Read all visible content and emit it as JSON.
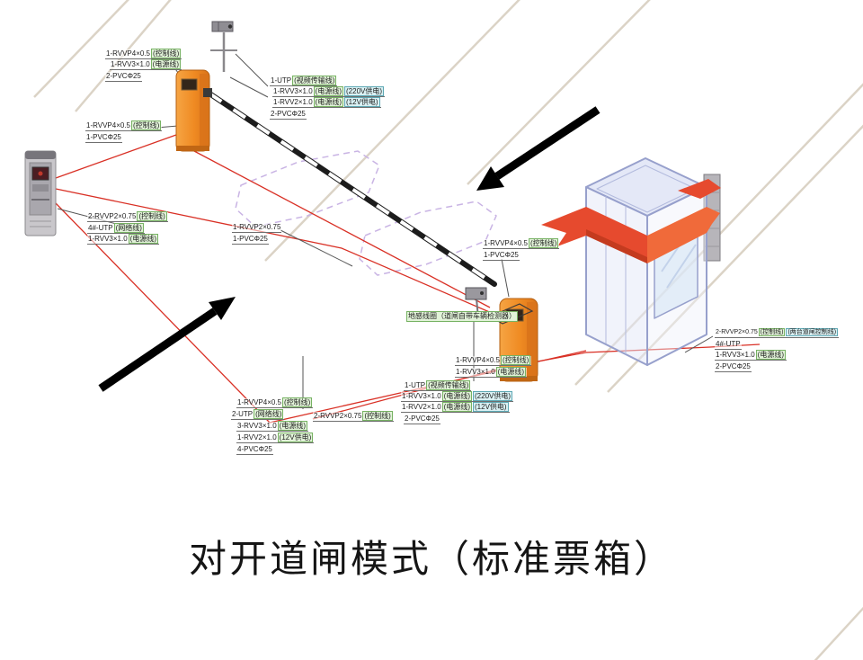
{
  "title": "对开道闸模式（标准票箱）",
  "colors": {
    "barrier_orange": "#ef8a22",
    "wire_red": "#d93025",
    "ribbon_red": "#e64a2e",
    "booth_edge": "#97a0cc",
    "island_dash": "#c9b4e4",
    "road_line": "#d8cfc0",
    "arrow_black": "#000000",
    "tag_green": "#77b263",
    "tag_cyan": "#5ea8b4"
  },
  "labels": {
    "gate1_top": [
      {
        "main": "1-RVVP4×0.5",
        "tag": "(控制线)",
        "tag2": ""
      },
      {
        "main": "1-RVV3×1.0",
        "tag": "(电源线)",
        "tag2": ""
      },
      {
        "main": "2-PVCΦ25",
        "tag": "",
        "tag2": ""
      }
    ],
    "reader_top": [
      {
        "main": "1-RVVP4×0.5",
        "tag": "(控制线)",
        "tag2": ""
      },
      {
        "main": "1-PVCΦ25",
        "tag": "",
        "tag2": ""
      }
    ],
    "reader_cables": [
      {
        "main": "2-RVVP2×0.75",
        "tag": "(控制线)",
        "tag2": ""
      },
      {
        "main": "4#-UTP",
        "tag": "(网络线)",
        "tag2": ""
      },
      {
        "main": "1-RVV3×1.0",
        "tag": "(电源线)",
        "tag2": ""
      }
    ],
    "camera_top": [
      {
        "main": "1-UTP",
        "tag": "(视频传输线)",
        "tag2": ""
      },
      {
        "main": "1-RVV3×1.0",
        "tag": "(电源线)",
        "tag2": "(220V供电)"
      },
      {
        "main": "1-RVV2×1.0",
        "tag": "(电源线)",
        "tag2": "(12V供电)"
      },
      {
        "main": "2-PVCΦ25",
        "tag": "",
        "tag2": ""
      }
    ],
    "center": [
      {
        "main": "1-RVVP2×0.75",
        "tag": "",
        "tag2": ""
      },
      {
        "main": "1-PVCΦ25",
        "tag": "",
        "tag2": ""
      }
    ],
    "gate2_top": [
      {
        "main": "1-RVVP4×0.5",
        "tag": "(控制线)",
        "tag2": ""
      },
      {
        "main": "1-PVCΦ25",
        "tag": "",
        "tag2": ""
      }
    ],
    "ground_loop": {
      "main": "地感线圈（道闸自带车辆检测器）",
      "tag": "",
      "tag2": ""
    },
    "gate2_cables": [
      {
        "main": "1-RVVP4×0.5",
        "tag": "(控制线)",
        "tag2": ""
      },
      {
        "main": "1-RVV3×1.0",
        "tag": "(电源线)",
        "tag2": ""
      }
    ],
    "camera2": [
      {
        "main": "1-UTP",
        "tag": "(视频传输线)",
        "tag2": ""
      },
      {
        "main": "1-RVV3×1.0",
        "tag": "(电源线)",
        "tag2": "(220V供电)"
      },
      {
        "main": "1-RVV2×1.0",
        "tag": "(电源线)",
        "tag2": "(12V供电)"
      },
      {
        "main": "2-PVCΦ25",
        "tag": "",
        "tag2": ""
      }
    ],
    "bottom_left": [
      {
        "main": "1-RVVP4×0.5",
        "tag": "(控制线)",
        "tag2": ""
      },
      {
        "main": "2-UTP",
        "tag": "(网络线)",
        "tag2": ""
      },
      {
        "main": "3-RVV3×1.0",
        "tag": "(电源线)",
        "tag2": ""
      },
      {
        "main": "1-RVV2×1.0",
        "tag": "(12V供电)",
        "tag2": ""
      },
      {
        "main": "4-PVCΦ25",
        "tag": "",
        "tag2": ""
      }
    ],
    "bottom_left_extra": {
      "main": "2-RVVP2×0.75",
      "tag": "(控制线)",
      "tag2": ""
    },
    "booth_right": [
      {
        "main": "2-RVVP2×0.75",
        "tag": "(控制线)",
        "tag2": "(两台道闸控制线)"
      },
      {
        "main": "4#-UTP",
        "tag": "",
        "tag2": ""
      },
      {
        "main": "1-RVV3×1.0",
        "tag": "(电源线)",
        "tag2": ""
      },
      {
        "main": "2-PVCΦ25",
        "tag": "",
        "tag2": ""
      }
    ]
  }
}
